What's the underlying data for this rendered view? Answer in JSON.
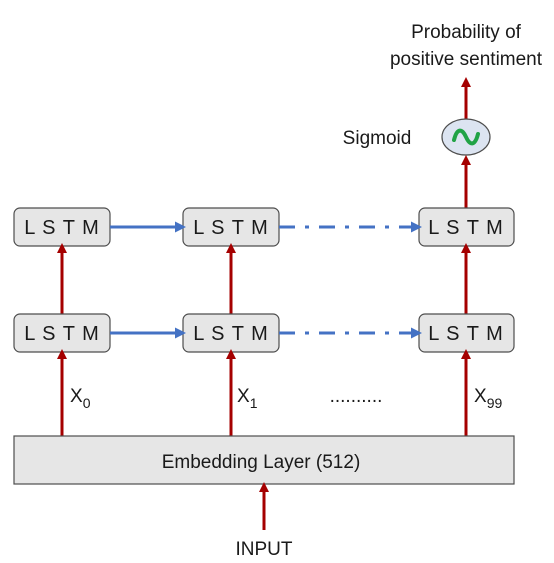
{
  "diagram": {
    "output_label_line1": "Probability of",
    "output_label_line2": "positive sentiment",
    "sigmoid_label": "Sigmoid",
    "sigmoid_icon": "sine-wave-icon",
    "lstm_label": "L S T M",
    "embedding_label": "Embedding Layer (512)",
    "input_label": "INPUT",
    "ellipsis": "..........",
    "inputs": [
      {
        "base": "X",
        "sub": "0"
      },
      {
        "base": "X",
        "sub": "1"
      },
      {
        "base": "X",
        "sub": "99"
      }
    ],
    "colors": {
      "vertical_arrow": "#a50000",
      "horizontal_arrow": "#4472c4",
      "box_fill": "#e6e6e6",
      "box_stroke": "#4d4d4d",
      "sigmoid_fill": "#dce4f1",
      "sigmoid_wave": "#21a346"
    }
  }
}
